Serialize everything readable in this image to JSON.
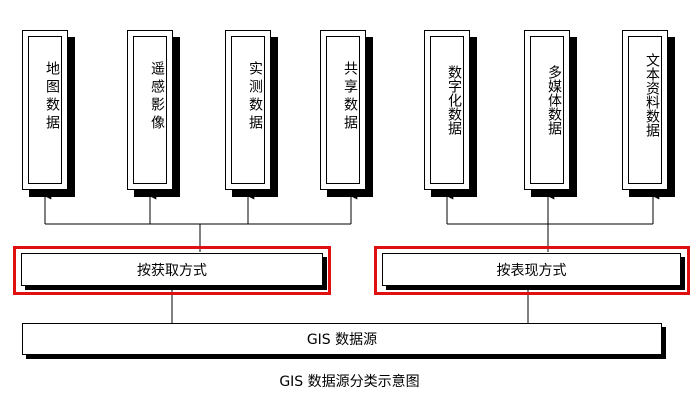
{
  "cards": [
    {
      "label": "地图数据"
    },
    {
      "label": "遥感影像"
    },
    {
      "label": "实测数据"
    },
    {
      "label": "共享数据"
    },
    {
      "label": "数字化数据"
    },
    {
      "label": "多媒体数据"
    },
    {
      "label": "文本资料数据"
    }
  ],
  "method_boxes": {
    "acquisition": "按获取方式",
    "representation": "按表现方式"
  },
  "source_box": "GIS 数据源",
  "caption": "GIS 数据源分类示意图",
  "colors": {
    "highlight": "#e01010",
    "line": "#000000"
  }
}
